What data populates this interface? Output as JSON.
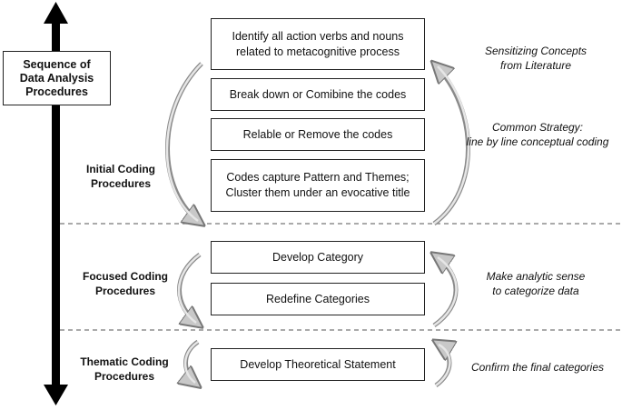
{
  "sequence_label": [
    "Sequence of",
    "Data Analysis",
    "Procedures"
  ],
  "phases": {
    "initial": [
      "Initial Coding",
      "Procedures"
    ],
    "focused": [
      "Focused Coding",
      "Procedures"
    ],
    "thematic": [
      "Thematic Coding",
      "Procedures"
    ]
  },
  "boxes": {
    "identify": [
      "Identify all action verbs and nouns",
      "related to metacognitive process"
    ],
    "break_down": "Break down or Comibine the codes",
    "relable": "Relable or Remove the codes",
    "codes_capture": [
      "Codes capture Pattern and Themes;",
      "Cluster them under an evocative title"
    ],
    "develop_category": "Develop Category",
    "redefine": "Redefine Categories",
    "theoretical": "Develop Theoretical Statement"
  },
  "notes": {
    "sensitizing": [
      "Sensitizing Concepts",
      "from Literature"
    ],
    "common_strategy": [
      "Common Strategy:",
      "line by line conceptual coding"
    ],
    "analytic_sense": [
      "Make analytic sense",
      "to categorize data"
    ],
    "confirm": "Confirm the final categories"
  }
}
